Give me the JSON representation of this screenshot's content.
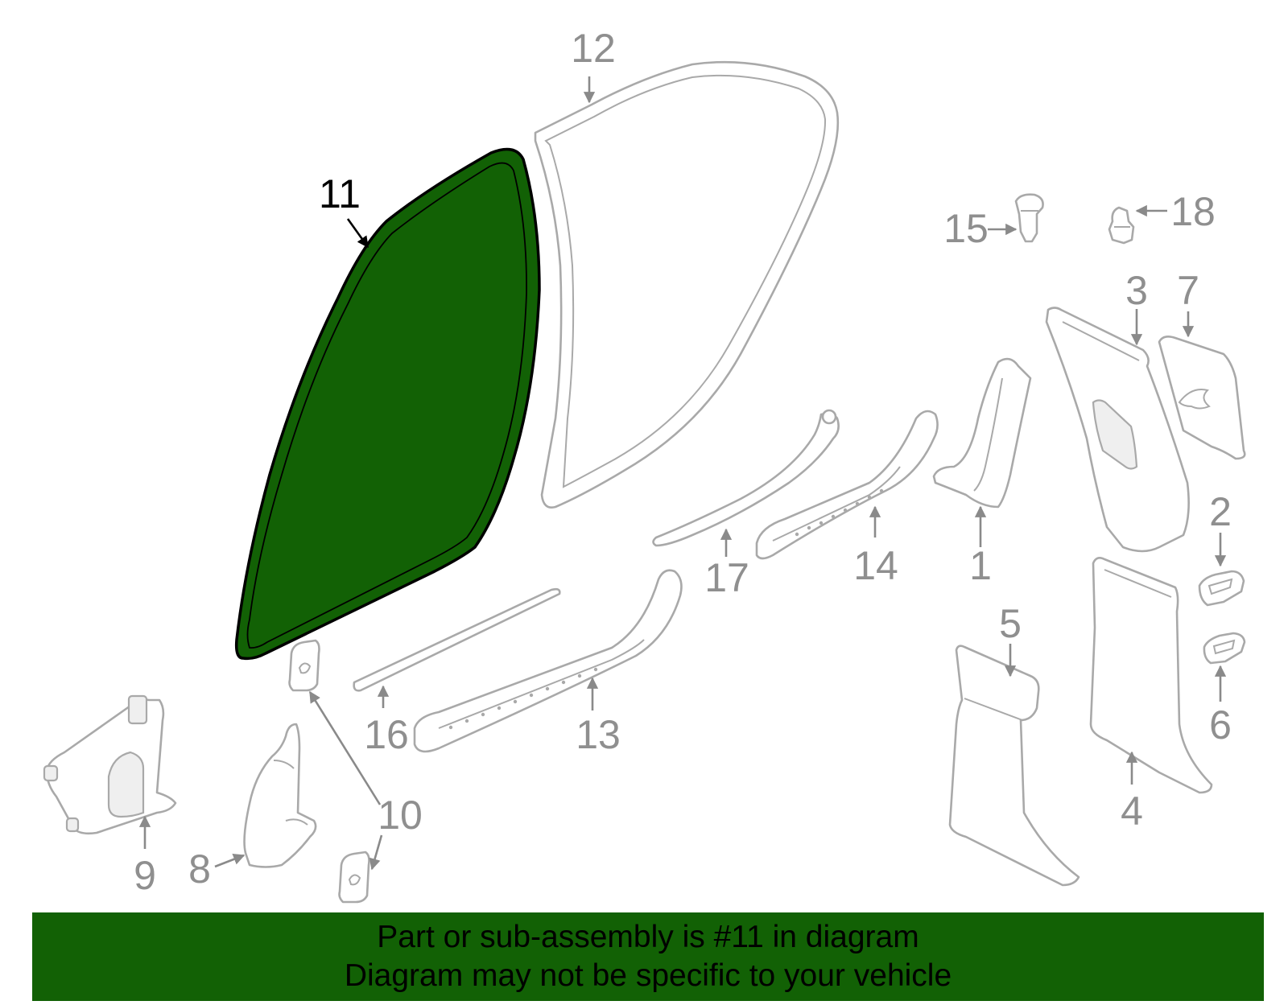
{
  "diagram": {
    "highlighted_part": "11",
    "highlight_color": "#126105",
    "parts": [
      {
        "label": "1"
      },
      {
        "label": "2"
      },
      {
        "label": "3"
      },
      {
        "label": "4"
      },
      {
        "label": "5"
      },
      {
        "label": "6"
      },
      {
        "label": "7"
      },
      {
        "label": "8"
      },
      {
        "label": "9"
      },
      {
        "label": "10"
      },
      {
        "label": "11"
      },
      {
        "label": "12"
      },
      {
        "label": "13"
      },
      {
        "label": "14"
      },
      {
        "label": "15"
      },
      {
        "label": "16"
      },
      {
        "label": "17"
      },
      {
        "label": "18"
      }
    ]
  },
  "banner": {
    "line1": "Part or sub-assembly is #11 in diagram",
    "line2": "Diagram may not be specific to your vehicle",
    "background": "#126105"
  }
}
